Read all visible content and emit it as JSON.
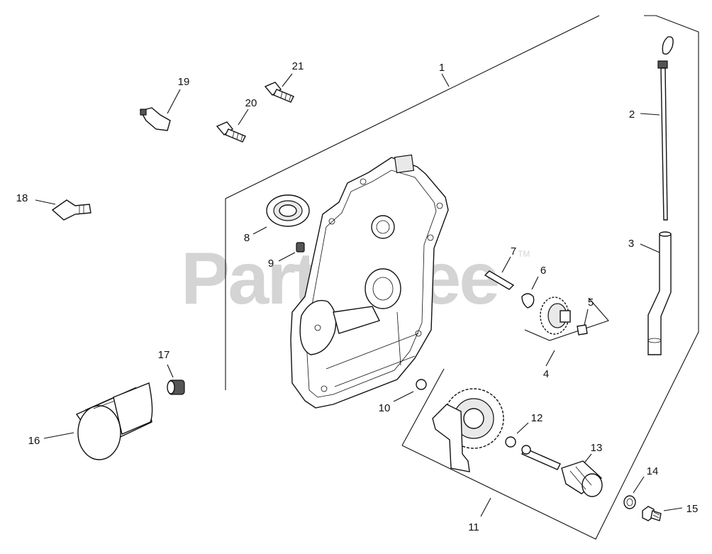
{
  "watermark": {
    "text": "PartsTree",
    "trademark": "TM",
    "color": "#d4d4d4"
  },
  "callouts": [
    {
      "id": "1",
      "text": "1"
    },
    {
      "id": "2",
      "text": "2"
    },
    {
      "id": "3",
      "text": "3"
    },
    {
      "id": "4",
      "text": "4"
    },
    {
      "id": "5",
      "text": "5"
    },
    {
      "id": "6",
      "text": "6"
    },
    {
      "id": "7",
      "text": "7"
    },
    {
      "id": "8",
      "text": "8"
    },
    {
      "id": "9",
      "text": "9"
    },
    {
      "id": "10",
      "text": "10"
    },
    {
      "id": "11",
      "text": "11"
    },
    {
      "id": "12",
      "text": "12"
    },
    {
      "id": "13",
      "text": "13"
    },
    {
      "id": "14",
      "text": "14"
    },
    {
      "id": "15",
      "text": "15"
    },
    {
      "id": "16",
      "text": "16"
    },
    {
      "id": "17",
      "text": "17"
    },
    {
      "id": "18",
      "text": "18"
    },
    {
      "id": "19",
      "text": "19"
    },
    {
      "id": "20",
      "text": "20"
    },
    {
      "id": "21",
      "text": "21"
    }
  ]
}
